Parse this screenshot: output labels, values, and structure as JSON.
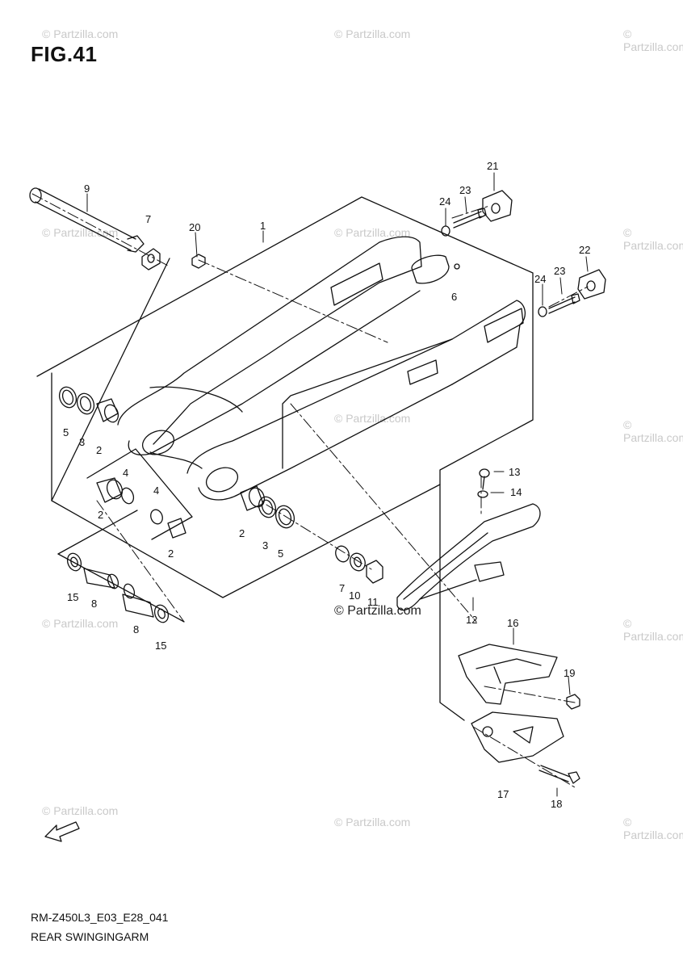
{
  "figure": {
    "label": "FIG.41",
    "code": "RM-Z450L3_E03_E28_041",
    "title": "REAR SWINGINGARM",
    "watermark": "© Partzilla.com"
  },
  "parts": [
    {
      "num": "1"
    },
    {
      "num": "2"
    },
    {
      "num": "3"
    },
    {
      "num": "4"
    },
    {
      "num": "5"
    },
    {
      "num": "6"
    },
    {
      "num": "7"
    },
    {
      "num": "8"
    },
    {
      "num": "9"
    },
    {
      "num": "10"
    },
    {
      "num": "11"
    },
    {
      "num": "12"
    },
    {
      "num": "13"
    },
    {
      "num": "14"
    },
    {
      "num": "15"
    },
    {
      "num": "16"
    },
    {
      "num": "17"
    },
    {
      "num": "18"
    },
    {
      "num": "19"
    },
    {
      "num": "20"
    },
    {
      "num": "21"
    },
    {
      "num": "22"
    },
    {
      "num": "23"
    },
    {
      "num": "24"
    }
  ],
  "icons": {
    "forward_arrow": "fwd-arrow-icon"
  }
}
